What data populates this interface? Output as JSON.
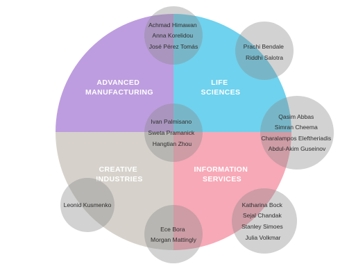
{
  "colors": {
    "advanced_manufacturing": "#bd9ddf",
    "life_sciences": "#6fd2ee",
    "creative_industries": "#d6d2cb",
    "information_services": "#f7a9b7",
    "people_circle": "#8a8a8a",
    "background": "#ffffff"
  },
  "quadrants": [
    {
      "id": "advanced-manufacturing",
      "lines": [
        "ADVANCED",
        "MANUFACTURING"
      ]
    },
    {
      "id": "life-sciences",
      "lines": [
        "LIFE",
        "SCIENCES"
      ]
    },
    {
      "id": "creative-industries",
      "lines": [
        "CREATIVE",
        "INDUSTRIES"
      ]
    },
    {
      "id": "information-services",
      "lines": [
        "INFORMATION",
        "SERVICES"
      ]
    }
  ],
  "groups": [
    {
      "id": "top",
      "names": [
        "Achmad Himawan",
        "Anna Korelidou",
        "José Pérez Tomás"
      ]
    },
    {
      "id": "top-right",
      "names": [
        "Prachi Bendale",
        "Riddhi Salotra"
      ]
    },
    {
      "id": "center",
      "names": [
        "Ivan Palmisano",
        "Sweta Pramanick",
        "Hangtian Zhou"
      ]
    },
    {
      "id": "right",
      "names": [
        "Qasim Abbas",
        "Simran Cheema",
        "Charalampos Eleftheriadis",
        "Abdul-Akim Guseinov"
      ]
    },
    {
      "id": "left",
      "names": [
        "Leonid Kusmenko"
      ]
    },
    {
      "id": "bottom",
      "names": [
        "Ece Bora",
        "Morgan Mattingly"
      ]
    },
    {
      "id": "bottom-right",
      "names": [
        "Katharina Bock",
        "Sejal Chandak",
        "Stanley Simoes",
        "Julia Volkmar"
      ]
    }
  ]
}
